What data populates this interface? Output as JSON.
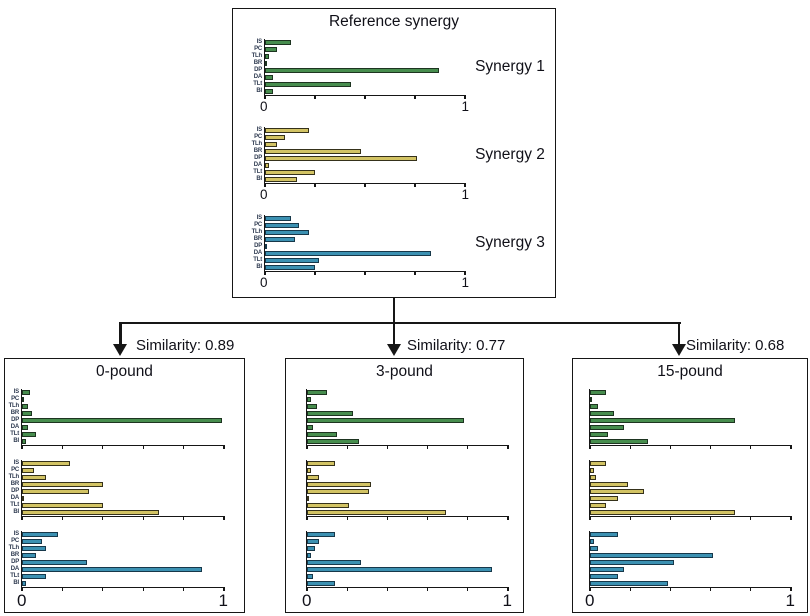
{
  "figure_title": "Reference synergy",
  "muscles": [
    "IS",
    "PC",
    "TLh",
    "BR",
    "DP",
    "DA",
    "TLt",
    "BI"
  ],
  "colors": {
    "synergy1": "#478d4e",
    "synergy2": "#d2c364",
    "synergy3": "#3c91b2",
    "edge_green": "#1d3420",
    "edge_yellow": "#35311a",
    "edge_blue": "#17384a",
    "line": "#161616"
  },
  "chart_data": [
    {
      "id": "reference",
      "type": "bar",
      "orientation": "horizontal",
      "title": "Reference synergy",
      "categories": [
        "IS",
        "PC",
        "TLh",
        "BR",
        "DP",
        "DA",
        "TLt",
        "BI"
      ],
      "xlim": [
        0,
        1
      ],
      "xtick_labels": [
        "0",
        "1"
      ],
      "xticks": 5,
      "ylabels": true,
      "xlabels": "all",
      "grid": false,
      "series": [
        {
          "name": "Synergy 1",
          "color": "#478d4e",
          "edge": "#1d3420",
          "values": [
            0.13,
            0.06,
            0.02,
            0.01,
            0.87,
            0.04,
            0.43,
            0.04
          ]
        },
        {
          "name": "Synergy 2",
          "color": "#d2c364",
          "edge": "#35311a",
          "values": [
            0.22,
            0.1,
            0.06,
            0.48,
            0.76,
            0.02,
            0.25,
            0.16
          ]
        },
        {
          "name": "Synergy 3",
          "color": "#3c91b2",
          "edge": "#17384a",
          "values": [
            0.13,
            0.17,
            0.22,
            0.15,
            0.01,
            0.83,
            0.27,
            0.25
          ]
        }
      ]
    },
    {
      "id": "pound0",
      "type": "bar",
      "orientation": "horizontal",
      "title": "0-pound",
      "annotation": "Similarity: 0.89",
      "categories": [
        "IS",
        "PC",
        "TLh",
        "BR",
        "DP",
        "DA",
        "TLt",
        "BI"
      ],
      "xlim": [
        0,
        1
      ],
      "xtick_labels": [
        "0",
        "1"
      ],
      "xticks": 6,
      "ylabels": true,
      "xlabels": "last",
      "grid": false,
      "series": [
        {
          "color": "#478d4e",
          "edge": "#1d3420",
          "values": [
            0.04,
            0.01,
            0.03,
            0.05,
            0.99,
            0.03,
            0.07,
            0.02
          ]
        },
        {
          "color": "#d2c364",
          "edge": "#35311a",
          "values": [
            0.24,
            0.06,
            0.12,
            0.4,
            0.33,
            0.01,
            0.4,
            0.68
          ]
        },
        {
          "color": "#3c91b2",
          "edge": "#17384a",
          "values": [
            0.18,
            0.1,
            0.12,
            0.07,
            0.32,
            0.89,
            0.12,
            0.02
          ]
        }
      ]
    },
    {
      "id": "pound3",
      "type": "bar",
      "orientation": "horizontal",
      "title": "3-pound",
      "annotation": "Similarity: 0.77",
      "categories": [
        "IS",
        "PC",
        "TLh",
        "BR",
        "DP",
        "DA",
        "TLt",
        "BI"
      ],
      "xlim": [
        0,
        1
      ],
      "xtick_labels": [
        "0",
        "1"
      ],
      "xticks": 6,
      "ylabels": false,
      "xlabels": "last",
      "grid": false,
      "series": [
        {
          "color": "#478d4e",
          "edge": "#1d3420",
          "values": [
            0.1,
            0.02,
            0.05,
            0.23,
            0.78,
            0.03,
            0.15,
            0.26
          ]
        },
        {
          "color": "#d2c364",
          "edge": "#35311a",
          "values": [
            0.14,
            0.02,
            0.06,
            0.32,
            0.31,
            0.01,
            0.21,
            0.69
          ]
        },
        {
          "color": "#3c91b2",
          "edge": "#17384a",
          "values": [
            0.14,
            0.06,
            0.04,
            0.02,
            0.27,
            0.92,
            0.03,
            0.14
          ]
        }
      ]
    },
    {
      "id": "pound15",
      "type": "bar",
      "orientation": "horizontal",
      "title": "15-pound",
      "annotation": "Similarity: 0.68",
      "categories": [
        "IS",
        "PC",
        "TLh",
        "BR",
        "DP",
        "DA",
        "TLt",
        "BI"
      ],
      "xlim": [
        0,
        1
      ],
      "xtick_labels": [
        "0",
        "1"
      ],
      "xticks": 6,
      "ylabels": false,
      "xlabels": "last",
      "grid": false,
      "series": [
        {
          "color": "#478d4e",
          "edge": "#1d3420",
          "values": [
            0.08,
            0.01,
            0.04,
            0.12,
            0.72,
            0.17,
            0.09,
            0.29
          ]
        },
        {
          "color": "#d2c364",
          "edge": "#35311a",
          "values": [
            0.08,
            0.02,
            0.03,
            0.19,
            0.27,
            0.14,
            0.08,
            0.72
          ]
        },
        {
          "color": "#3c91b2",
          "edge": "#17384a",
          "values": [
            0.14,
            0.02,
            0.04,
            0.61,
            0.42,
            0.17,
            0.14,
            0.39
          ]
        }
      ]
    }
  ]
}
